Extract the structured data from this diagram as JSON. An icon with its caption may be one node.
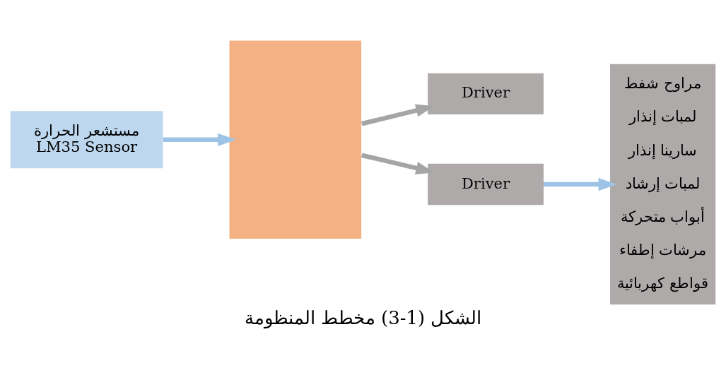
{
  "diagram": {
    "caption": "الشكل (1-3) مخطط المنظومة",
    "nodes": [
      {
        "text": [
          "مستشعر الحرارة",
          "LM35 Sensor"
        ]
      },
      {
        "text": [],
        "shape": "box"
      },
      {
        "text": [
          "Driver"
        ]
      },
      {
        "text": [
          "Driver"
        ]
      },
      {
        "text": [
          "مراوح شفط",
          "لمبات إنذار",
          "سارينا إنذار",
          "لمبات إرشاد",
          "أبواب متحركة",
          "مرشات إطفاء",
          "قواطع كهربائية"
        ]
      }
    ],
    "edges": [
      {
        "from": 0,
        "to": 1,
        "arrow": "to",
        "color": "#9dc3e6"
      },
      {
        "from": 1,
        "to": 2,
        "arrow": "to"
      },
      {
        "from": 1,
        "to": 3,
        "arrow": "to"
      },
      {
        "from": 3,
        "to": 4,
        "arrow": "to",
        "color": "#9dc3e6"
      }
    ]
  }
}
